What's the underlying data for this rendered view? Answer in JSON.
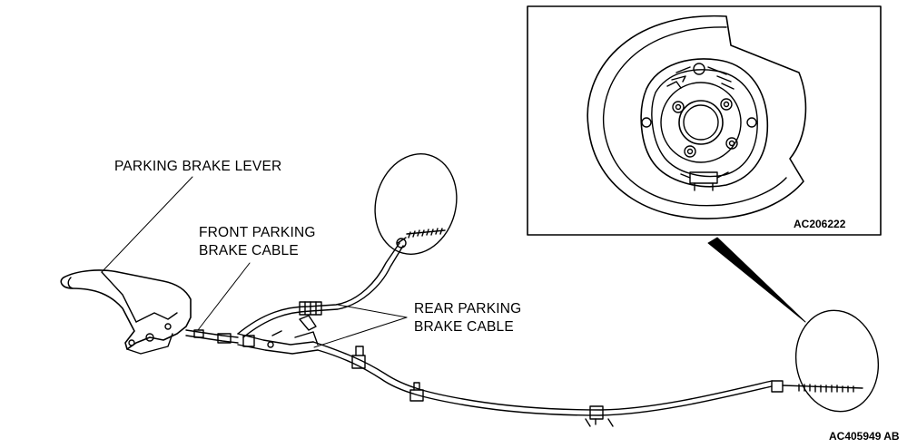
{
  "labels": {
    "parking_brake_lever": "PARKING BRAKE LEVER",
    "front_cable_line1": "FRONT PARKING",
    "front_cable_line2": "BRAKE CABLE",
    "rear_cable_line1": "REAR PARKING",
    "rear_cable_line2": "BRAKE CABLE"
  },
  "codes": {
    "inset": "AC206222",
    "figure": "AC405949 AB"
  },
  "colors": {
    "line": "#000000",
    "background": "#ffffff"
  }
}
